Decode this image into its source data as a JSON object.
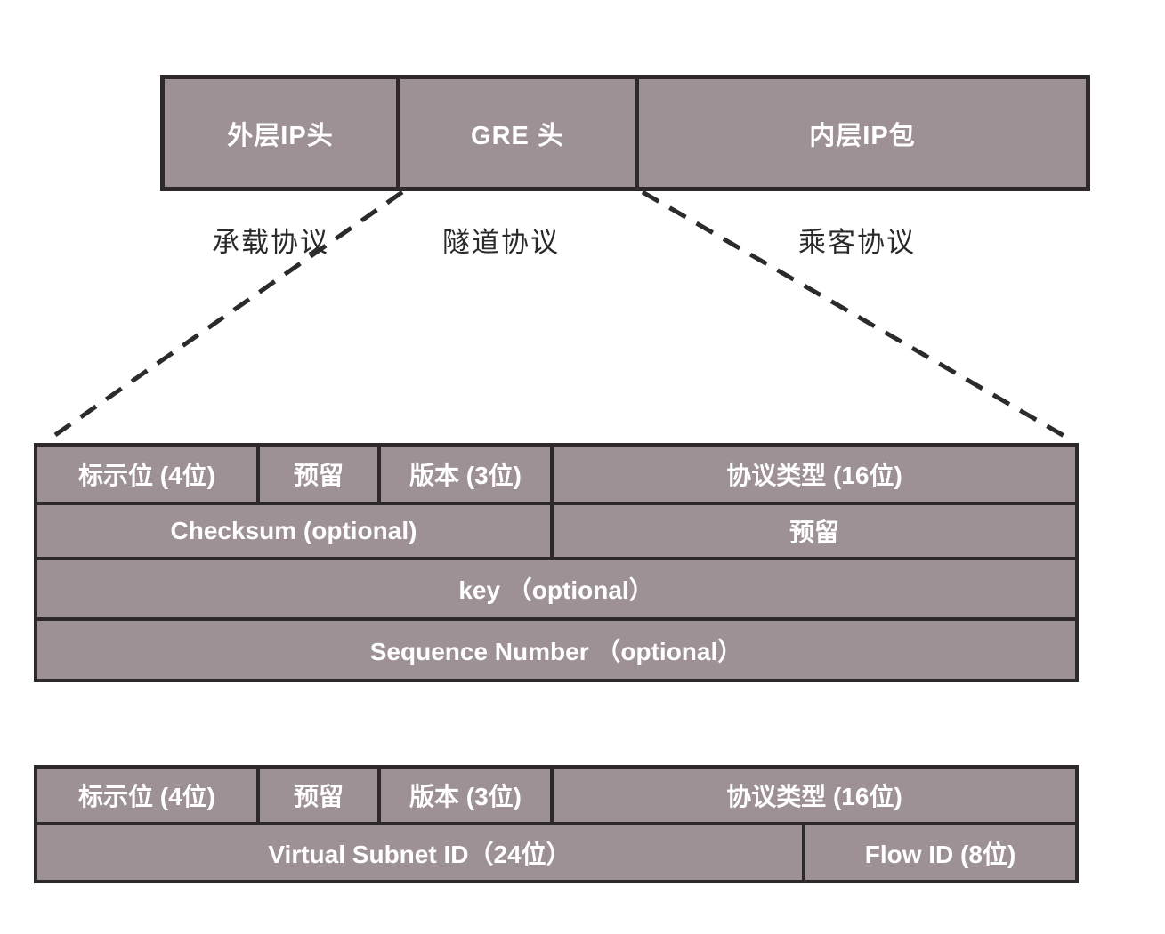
{
  "palette": {
    "box_fill": "#9e9196",
    "box_border": "#2d292b",
    "cell_text": "#ffffff",
    "label_text": "#2a2a2a",
    "background": "#ffffff"
  },
  "top_row": {
    "boxes": [
      {
        "label": "外层IP头"
      },
      {
        "label": "GRE 头"
      },
      {
        "label": "内层IP包"
      }
    ]
  },
  "protocol_labels": [
    {
      "label": "承载协议"
    },
    {
      "label": "隧道协议"
    },
    {
      "label": "乘客协议"
    }
  ],
  "gre_header_table": {
    "rows": [
      {
        "cells": [
          {
            "label": "标示位 (4位)"
          },
          {
            "label": "预留"
          },
          {
            "label": "版本 (3位)"
          },
          {
            "label": "协议类型 (16位)"
          }
        ]
      },
      {
        "cells": [
          {
            "label": "Checksum (optional)"
          },
          {
            "label": "预留"
          }
        ]
      },
      {
        "cells": [
          {
            "label": "key （optional）"
          }
        ]
      },
      {
        "cells": [
          {
            "label": "Sequence Number （optional）"
          }
        ]
      }
    ]
  },
  "nvgre_header_table": {
    "rows": [
      {
        "cells": [
          {
            "label": "标示位 (4位)"
          },
          {
            "label": "预留"
          },
          {
            "label": "版本 (3位)"
          },
          {
            "label": "协议类型 (16位)"
          }
        ]
      },
      {
        "cells": [
          {
            "label": "Virtual Subnet ID（24位）"
          },
          {
            "label": "Flow ID (8位)"
          }
        ]
      }
    ]
  }
}
